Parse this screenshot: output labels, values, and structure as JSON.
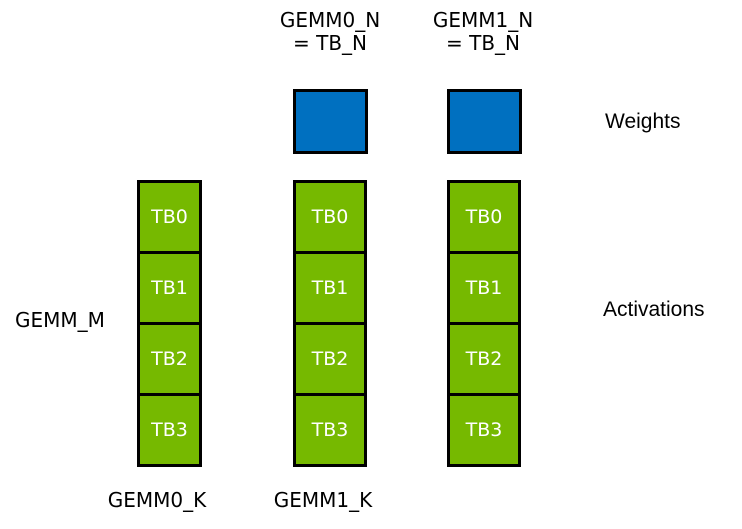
{
  "headers": [
    {
      "line1": "GEMM0_N",
      "line2": "= TB_N"
    },
    {
      "line1": "GEMM1_N",
      "line2": "= TB_N"
    }
  ],
  "labels": {
    "weights": "Weights",
    "activations": "Activations",
    "gemm_m": "GEMM_M",
    "gemm0_k": "GEMM0_K",
    "gemm1_k": "GEMM1_K"
  },
  "thread_blocks": [
    "TB0",
    "TB1",
    "TB2",
    "TB3"
  ],
  "colors": {
    "background": "#FFFFFF",
    "weights_fill": "#0070C0",
    "activations_fill": "#76B900",
    "border": "#000000",
    "tb_text": "#FFFFFF",
    "label_text": "#000000"
  }
}
